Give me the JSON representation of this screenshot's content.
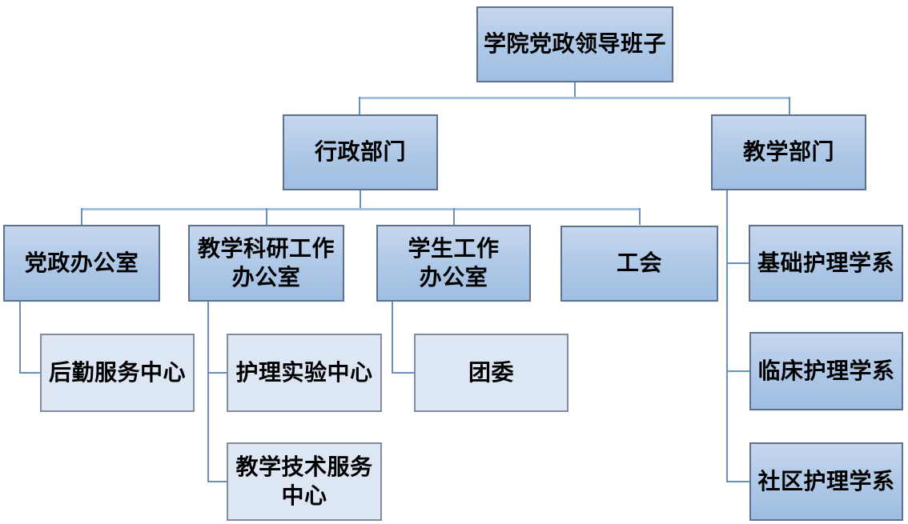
{
  "nodes": {
    "leadership": {
      "label": "学院党政领导班子",
      "level": "root"
    },
    "admin": {
      "label": "行政部门",
      "level": "branch"
    },
    "teaching": {
      "label": "教学部门",
      "level": "branch"
    },
    "party_office": {
      "label": "党政办公室",
      "level": "branch"
    },
    "research_office": {
      "label": "教学科研工作\n办公室",
      "level": "branch"
    },
    "student_office": {
      "label": "学生工作\n办公室",
      "level": "branch"
    },
    "union": {
      "label": "工会",
      "level": "branch"
    },
    "basic_nursing": {
      "label": "基础护理学系",
      "level": "branch"
    },
    "clinical_nursing": {
      "label": "临床护理学系",
      "level": "branch"
    },
    "community_nursing": {
      "label": "社区护理学系",
      "level": "branch"
    },
    "logistics_center": {
      "label": "后勤服务中心",
      "level": "leaf"
    },
    "nursing_lab_center": {
      "label": "护理实验中心",
      "level": "leaf"
    },
    "youth_league": {
      "label": "团委",
      "level": "leaf"
    },
    "tech_service_center": {
      "label": "教学技术服务\n中心",
      "level": "leaf"
    }
  },
  "hierarchy": [
    {
      "parent": "学院党政领导班子",
      "children": [
        "行政部门",
        "教学部门"
      ]
    },
    {
      "parent": "行政部门",
      "children": [
        "党政办公室",
        "教学科研工作办公室",
        "学生工作办公室",
        "工会"
      ]
    },
    {
      "parent": "教学部门",
      "children": [
        "基础护理学系",
        "临床护理学系",
        "社区护理学系"
      ]
    },
    {
      "parent": "党政办公室",
      "children": [
        "后勤服务中心"
      ]
    },
    {
      "parent": "教学科研工作办公室",
      "children": [
        "护理实验中心",
        "教学技术服务中心"
      ]
    },
    {
      "parent": "学生工作办公室",
      "children": [
        "团委"
      ]
    }
  ],
  "colors": {
    "branch_fill_top": "#c6d7ed",
    "branch_fill_bottom": "#a0bee1",
    "branch_border": "#5d7292",
    "leaf_fill": "#dde7f4",
    "leaf_border": "#828da0",
    "connector": "#6590c0",
    "connector_bus": "#a5c1e0",
    "text": "#000000",
    "background": "#ffffff"
  }
}
